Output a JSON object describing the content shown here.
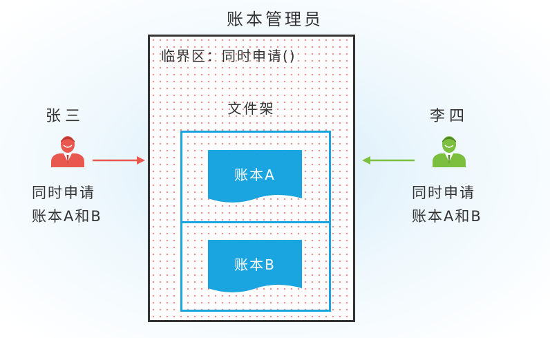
{
  "title": "账本管理员",
  "critical_section_label": "临界区：同时申请()",
  "shelf_label": "文件架",
  "books": [
    "账本A",
    "账本B"
  ],
  "left_person": {
    "name": "张三",
    "request_line1": "同时申请",
    "request_line2": "账本A和B",
    "color": "#e8584f"
  },
  "right_person": {
    "name": "李四",
    "request_line1": "同时申请",
    "request_line2": "账本A和B",
    "color": "#7cbf3f"
  },
  "colors": {
    "shelf": "#1aa4e0",
    "book": "#1aa4e0",
    "box_dots": "#ef8a84"
  }
}
